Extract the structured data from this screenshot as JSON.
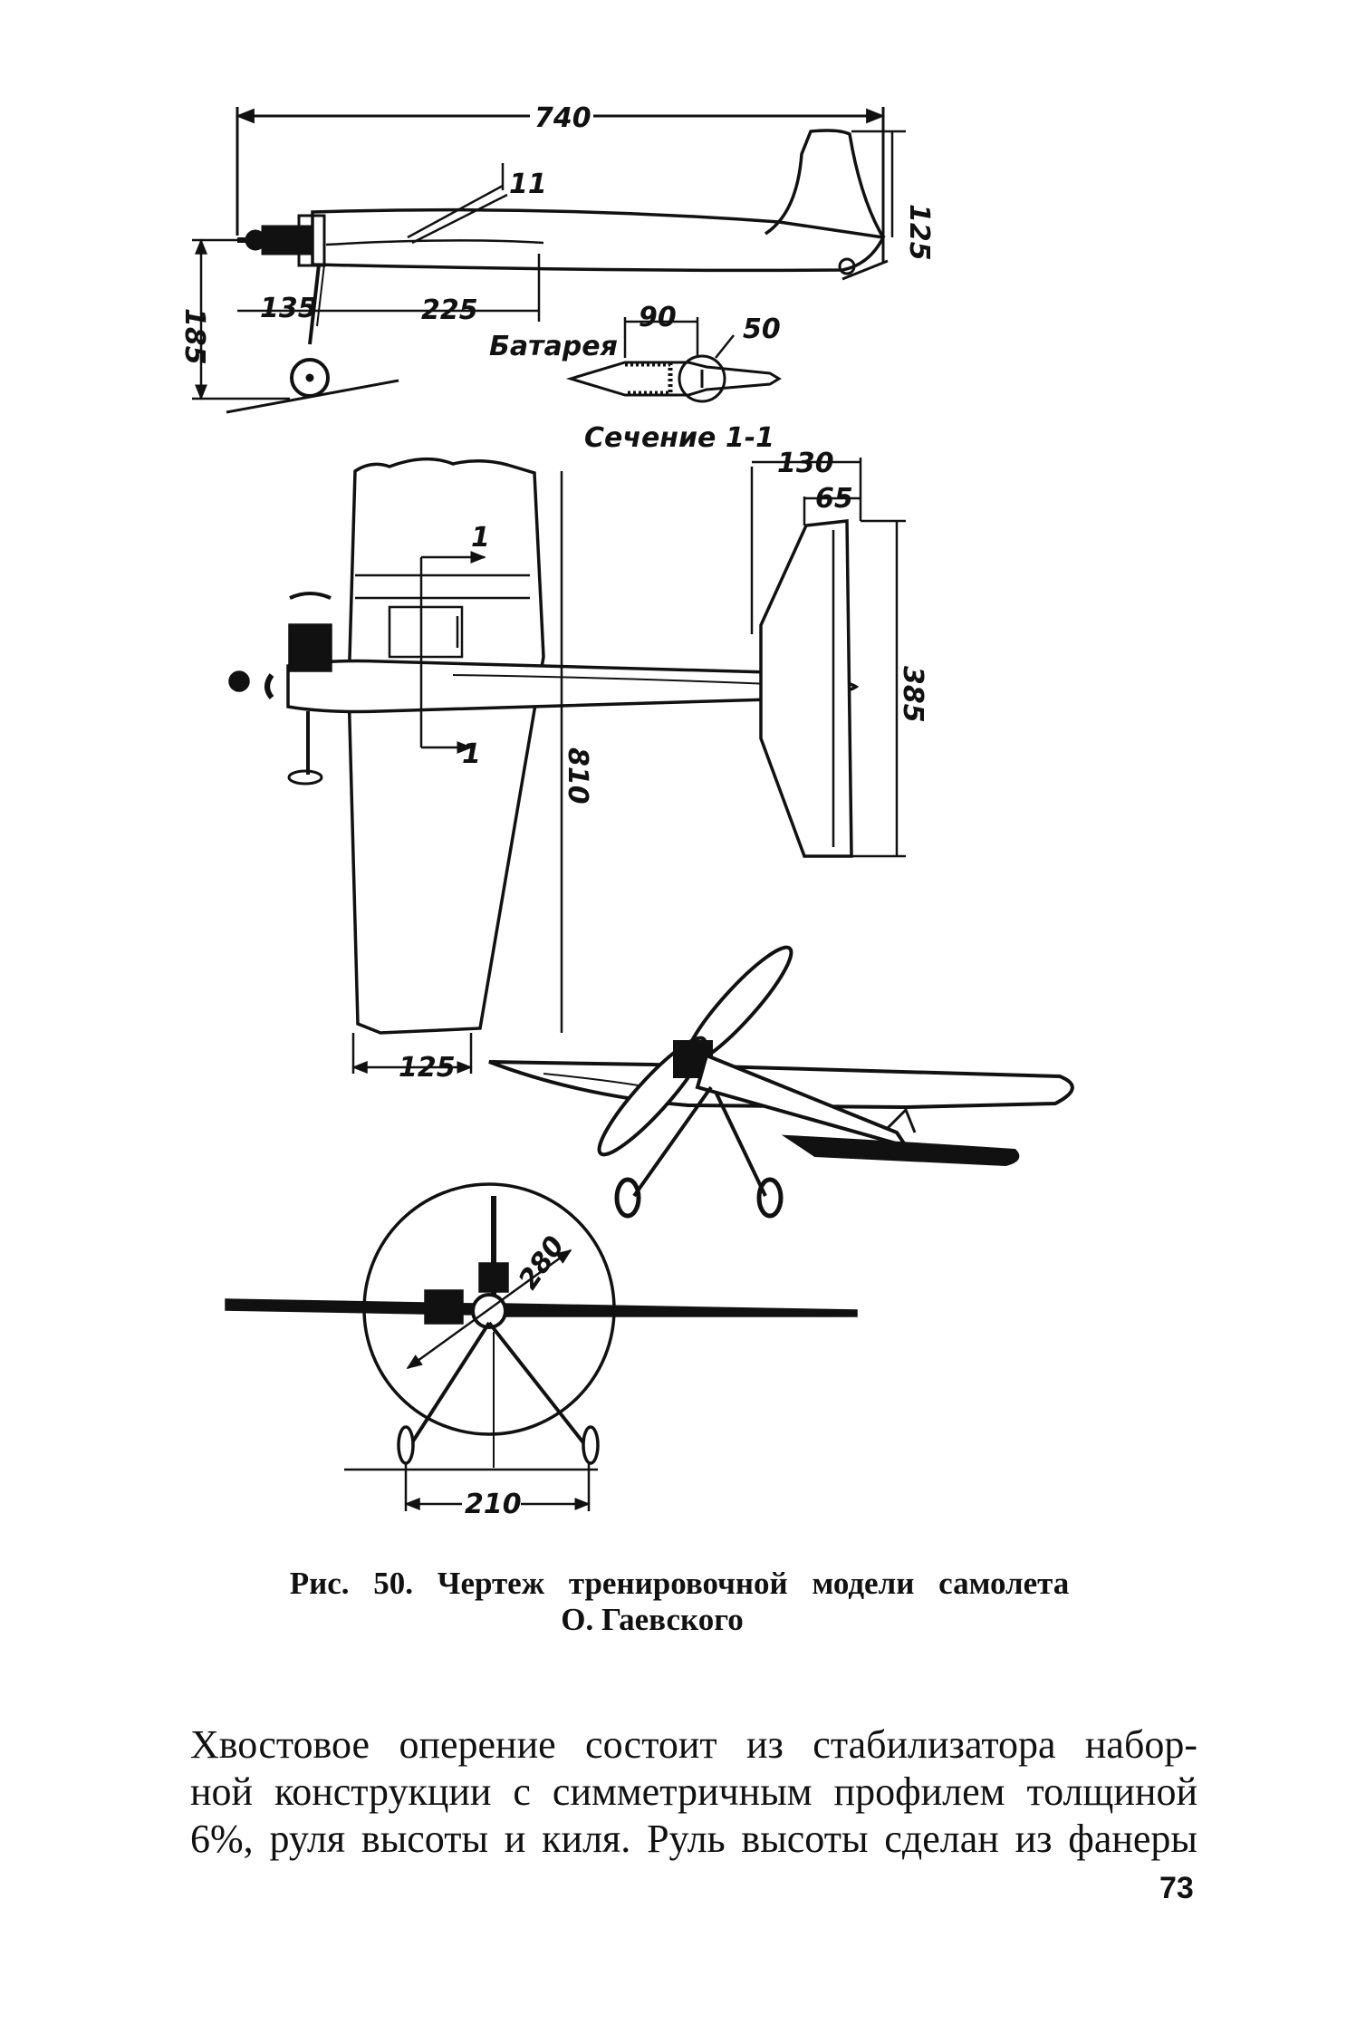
{
  "figure": {
    "side_view": {
      "length": "740",
      "fin_height": "125",
      "angle": "11",
      "nose_to_gear": "135",
      "gear_to_wing": "225",
      "gear_height": "185"
    },
    "section": {
      "battery_label": "Батарея",
      "width": "90",
      "diameter": "50",
      "title": "Сечение 1-1"
    },
    "plan_view": {
      "section_mark": "1",
      "stab_chord": "130",
      "elevator_chord": "65",
      "stab_span": "385",
      "wing_half_span": "810",
      "wing_tip_chord": "125"
    },
    "front_view": {
      "prop_diameter": "280",
      "track": "210"
    }
  },
  "caption": {
    "line1": "Рис. 50. Чертеж тренировочной модели самолета",
    "line2": "О. Гаевского"
  },
  "body_text": {
    "line1": "Хвостовое оперение состоит из стабилизатора набор-",
    "line2": "ной конструкции с симметричным профилем толщиной",
    "line3": "6%, руля высоты и киля. Руль высоты сделан из фанеры"
  },
  "page_number": "73"
}
